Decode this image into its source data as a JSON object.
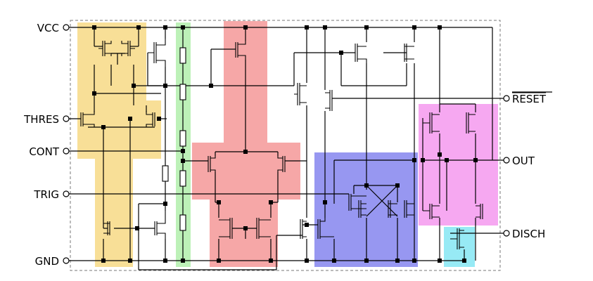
{
  "pins": {
    "vcc": "VCC",
    "thres": "THRES",
    "cont": "CONT",
    "trig": "TRIG",
    "gnd": "GND",
    "reset": "RESET",
    "out": "OUT",
    "disch": "DISCH"
  },
  "colors": {
    "comparator_threshold": "#f7dc8c",
    "voltage_divider": "#b6f0b0",
    "comparator_trigger": "#f59d9d",
    "flip_flop": "#8c8cf0",
    "output_stage": "#f59ef0",
    "discharge": "#8ce8f4"
  }
}
